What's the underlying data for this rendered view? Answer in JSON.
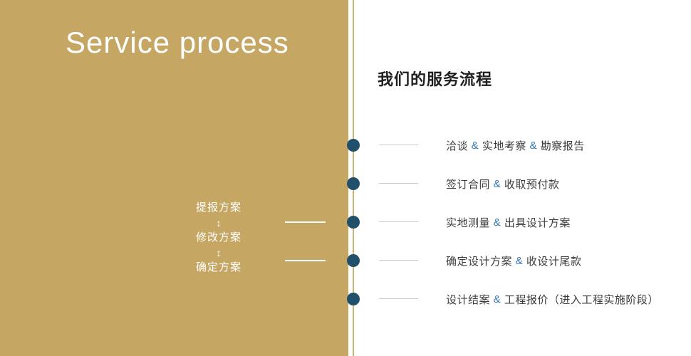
{
  "colors": {
    "gold_panel": "#c5a662",
    "divider_line": "#cdb277",
    "dot": "#21506b",
    "ampersand": "#2e74b5",
    "step_text": "#3c3c3c",
    "connector_gray": "#c9c9c9",
    "white_text": "#ffffff"
  },
  "left_panel": {
    "title": "Service process",
    "arrow": "↕",
    "plan_steps": [
      "提报方案",
      "修改方案",
      "确定方案"
    ]
  },
  "right_panel": {
    "heading": "我们的服务流程",
    "amp": "&",
    "steps": [
      {
        "segments": [
          "洽谈",
          "实地考察",
          "勘察报告"
        ],
        "left_connector": false
      },
      {
        "segments": [
          "签订合同",
          "收取预付款"
        ],
        "left_connector": false
      },
      {
        "segments": [
          "实地测量",
          "出具设计方案"
        ],
        "left_connector": true
      },
      {
        "segments": [
          "确定设计方案",
          "收设计尾款"
        ],
        "left_connector": true
      },
      {
        "segments": [
          "设计结案",
          "工程报价（进入工程实施阶段）"
        ],
        "left_connector": false
      }
    ]
  }
}
